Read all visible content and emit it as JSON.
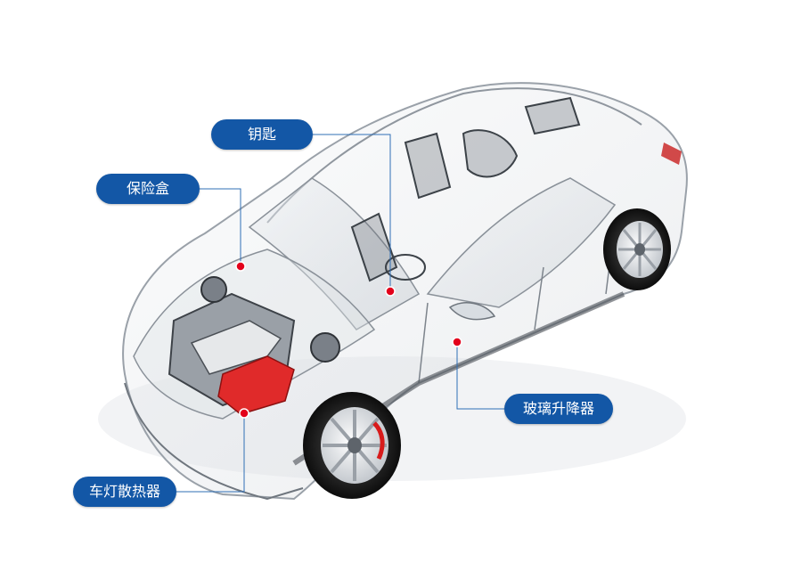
{
  "colors": {
    "label_bg": "#1357a6",
    "label_text": "#ffffff",
    "connector": "#2f6fb6",
    "marker": "#e3001b",
    "engine_highlight": "#e02a2a"
  },
  "illustration": "transparent-x-ray-car",
  "labels": {
    "key": "钥匙",
    "fuse_box": "保险盒",
    "window_regulator": "玻璃升降器",
    "headlight_radiator": "车灯散热器"
  }
}
